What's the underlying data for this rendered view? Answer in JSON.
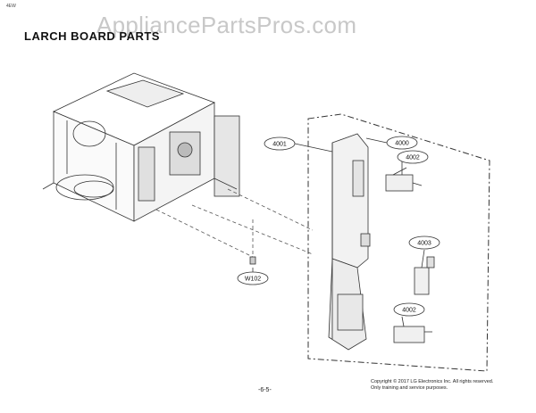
{
  "corner_label": "4EW",
  "title": "LARCH BOARD PARTS",
  "watermark": "AppliancePartsPros.com",
  "callouts": [
    {
      "id": "c4001",
      "label": "4001"
    },
    {
      "id": "c4000",
      "label": "4000"
    },
    {
      "id": "c4002a",
      "label": "4002"
    },
    {
      "id": "c4003",
      "label": "4003"
    },
    {
      "id": "c4002b",
      "label": "4002"
    },
    {
      "id": "cW102",
      "label": "W102"
    }
  ],
  "page_number": "-6-5-",
  "copyright": {
    "line1": "Copyright © 2017 LG Electronics Inc. All rights reserved.",
    "line2": "Only training and service purposes."
  }
}
